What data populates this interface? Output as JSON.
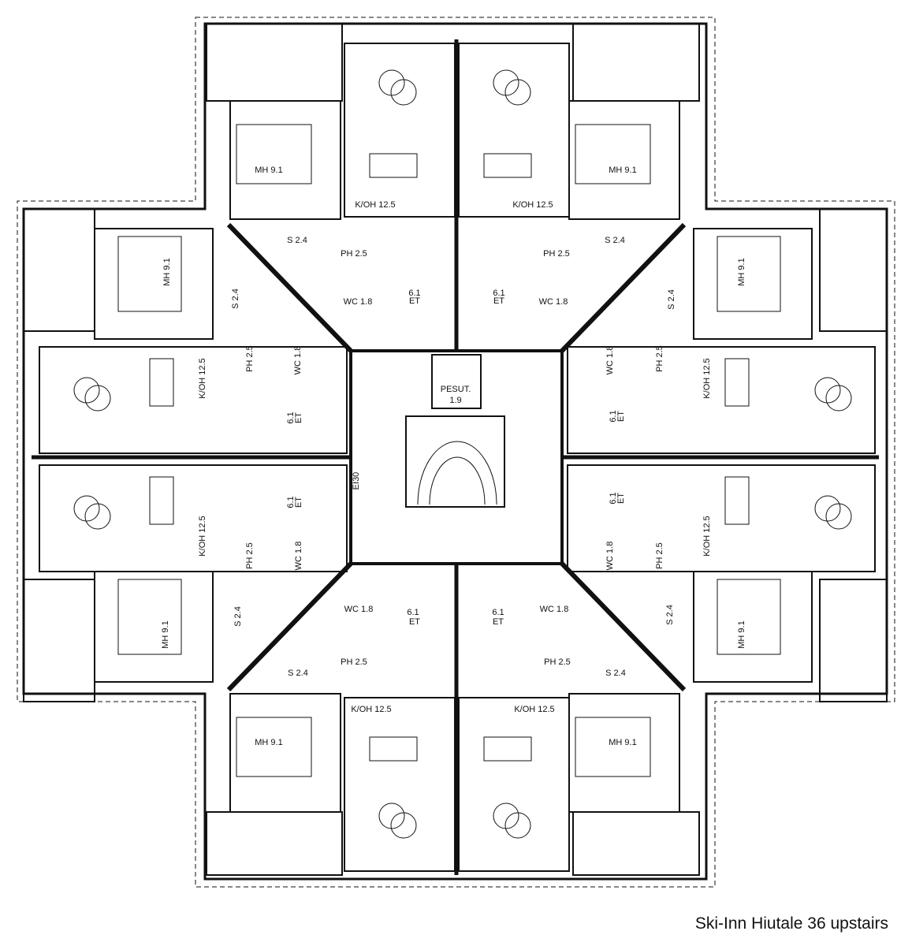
{
  "caption": "Ski-Inn Hiutale 36 upstairs",
  "labels": {
    "bedroom": "MH  9.1",
    "kitchen": "K/OH  12.5",
    "bathroom": "PH  2.5",
    "wc": "WC  1.8",
    "sauna": "S  2.4",
    "entry_area": "6.1",
    "entry_code": "ET",
    "laundry": "PESUT.",
    "laundry_area": "1.9",
    "fire_door": "EI30"
  },
  "colors": {
    "line": "#111111",
    "paper": "#ffffff"
  }
}
